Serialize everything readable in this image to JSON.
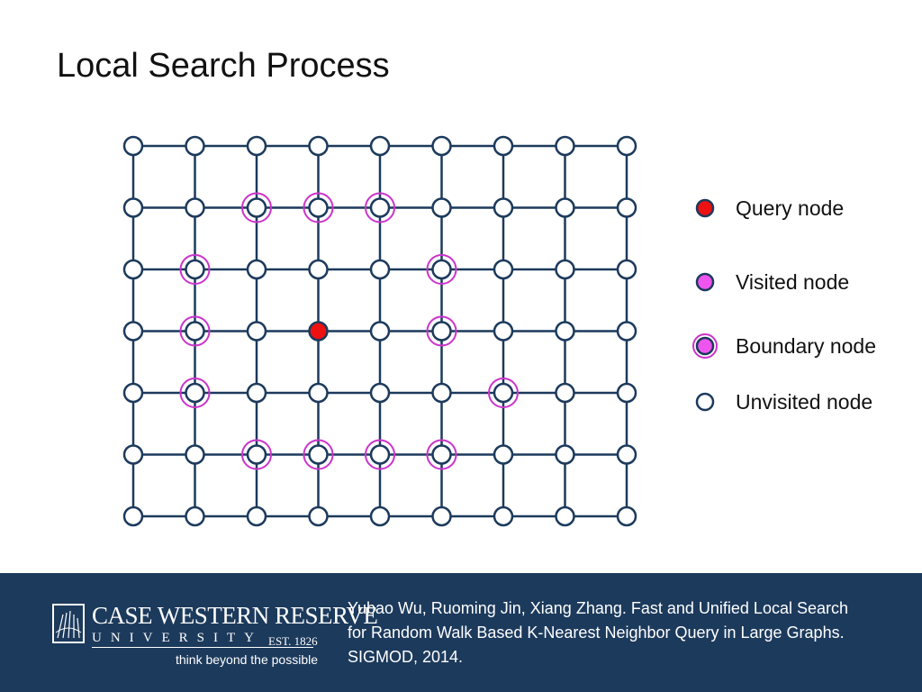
{
  "slide": {
    "title": "Local Search Process"
  },
  "diagram": {
    "rows": 7,
    "cols": 9,
    "query_node": [
      3,
      3
    ],
    "boundary_nodes": [
      [
        1,
        2
      ],
      [
        1,
        3
      ],
      [
        1,
        4
      ],
      [
        2,
        1
      ],
      [
        2,
        5
      ],
      [
        3,
        1
      ],
      [
        3,
        5
      ],
      [
        4,
        1
      ],
      [
        4,
        6
      ],
      [
        5,
        2
      ],
      [
        5,
        3
      ],
      [
        5,
        4
      ],
      [
        5,
        5
      ]
    ],
    "visited_nodes": []
  },
  "legend": {
    "items": [
      {
        "kind": "query",
        "label": "Query node"
      },
      {
        "kind": "visited",
        "label": "Visited node"
      },
      {
        "kind": "boundary",
        "label": "Boundary node"
      },
      {
        "kind": "unvisited",
        "label": "Unvisited node"
      }
    ]
  },
  "colors": {
    "edge": "#1c3a5c",
    "node_fill": "#ffffff",
    "query_fill": "#ee1111",
    "visited_fill": "#ee55ee",
    "boundary_ring": "#cc33cc",
    "footer_bg": "#1c3a5c"
  },
  "footer": {
    "logo": {
      "name": "CASE WESTERN RESERVE",
      "university": "UNIVERSITY",
      "est": "EST. 1826",
      "tagline": "think beyond the possible"
    },
    "citation": {
      "line1": "Yubao Wu, Ruoming Jin, Xiang Zhang. Fast and Unified Local Search",
      "line2": "for Random Walk Based K-Nearest Neighbor Query in Large Graphs.",
      "line3": "SIGMOD, 2014."
    }
  }
}
